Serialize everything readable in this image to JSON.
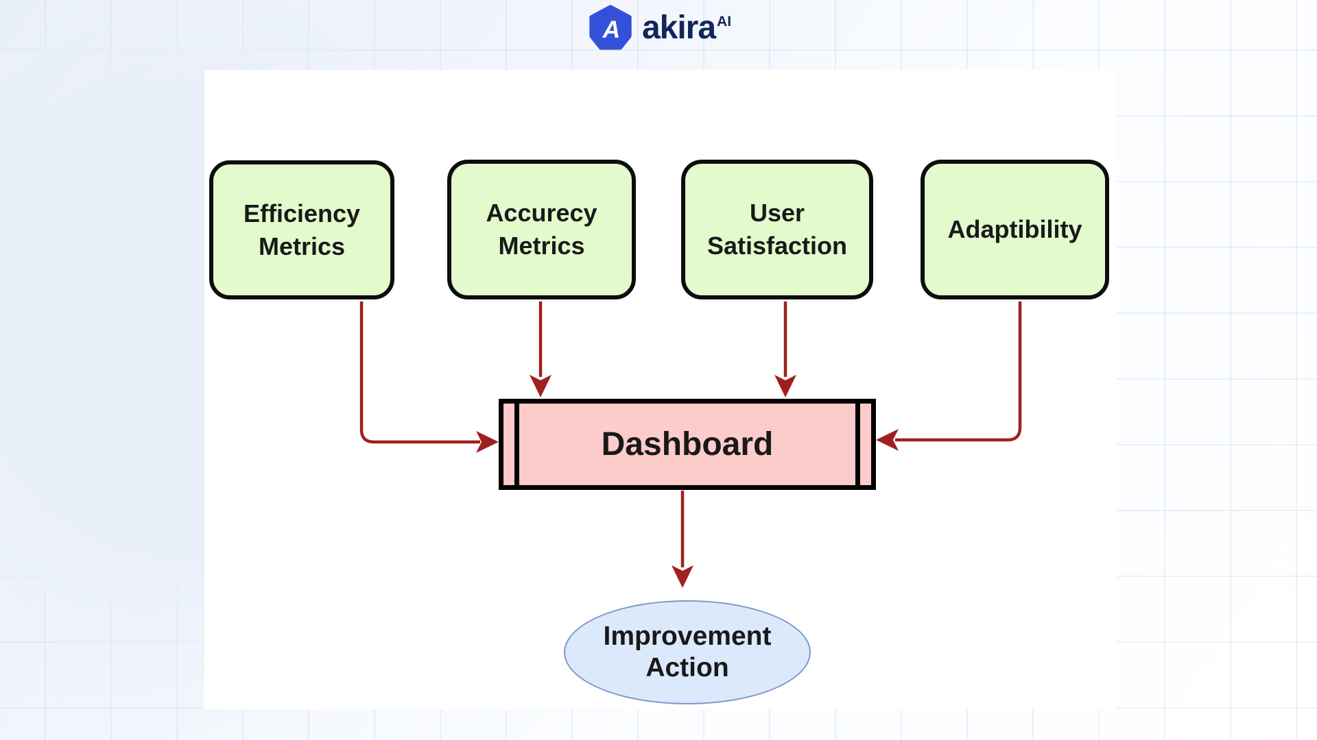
{
  "brand": {
    "name": "akira",
    "superscript": "AI"
  },
  "nodes": {
    "efficiency": {
      "label": "Efficiency Metrics",
      "shape": "rounded-rectangle"
    },
    "accuracy": {
      "label": "Accurecy Metrics",
      "shape": "rounded-rectangle"
    },
    "user_satisfaction": {
      "label": "User Satisfaction",
      "shape": "rounded-rectangle"
    },
    "adaptibility": {
      "label": "Adaptibility",
      "shape": "rounded-rectangle"
    },
    "dashboard": {
      "label": "Dashboard",
      "shape": "subroutine"
    },
    "improvement": {
      "label": "Improvement Action",
      "shape": "ellipse"
    }
  },
  "edges": [
    {
      "from": "efficiency",
      "to": "dashboard",
      "enters": "left"
    },
    {
      "from": "accuracy",
      "to": "dashboard",
      "enters": "top"
    },
    {
      "from": "user_satisfaction",
      "to": "dashboard",
      "enters": "top"
    },
    {
      "from": "adaptibility",
      "to": "dashboard",
      "enters": "right"
    },
    {
      "from": "dashboard",
      "to": "improvement",
      "enters": "top"
    }
  ],
  "colors": {
    "metric_fill": "#e2facc",
    "metric_border": "#0d0d0d",
    "dashboard_fill": "#fccccb",
    "ellipse_fill": "#dbe9fb",
    "ellipse_border": "#7d97c9",
    "arrow": "#a02020",
    "logo_blue": "#3351d8",
    "logo_text": "#13265c"
  }
}
